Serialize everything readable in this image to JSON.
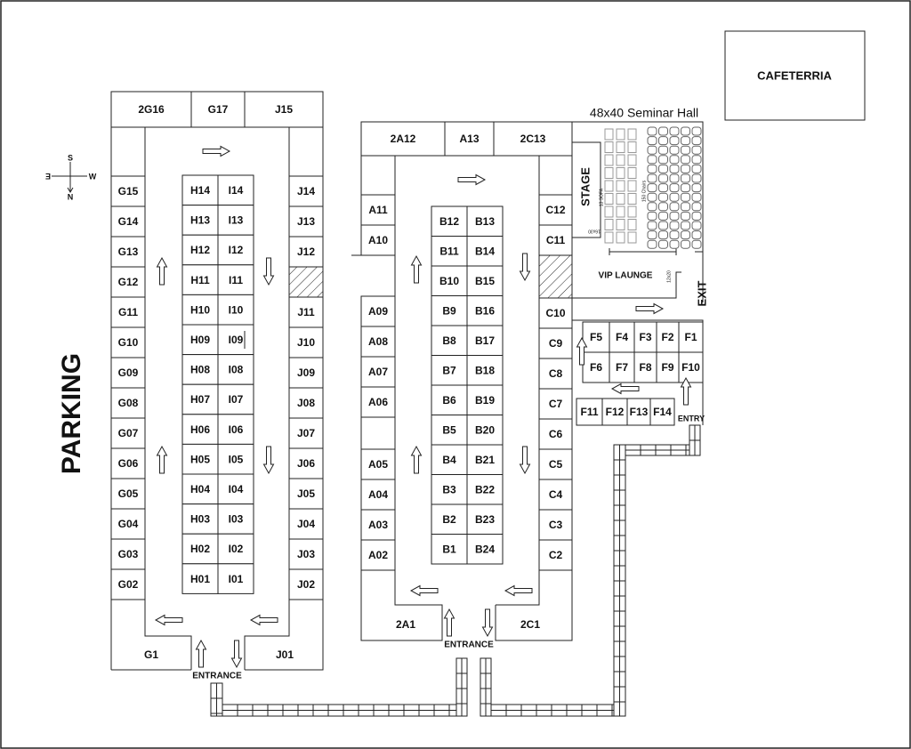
{
  "cafeteria": "CAFETERRIA",
  "parking": "PARKING",
  "compass": {
    "s": "S",
    "w": "W",
    "e": "E",
    "n": "N"
  },
  "entrance_left": "ENTRANCE",
  "entrance_mid": "ENTRANCE",
  "entry": "ENTRY",
  "exit": "EXIT",
  "seminar": {
    "title": "48x40 Seminar Hall",
    "stage": "STAGE",
    "stage_size": "16x30",
    "sofa": "13 SOFA",
    "chairs": "150 Chairs",
    "vip": "VIP LAUNGE",
    "vip_size": "12x20"
  },
  "blocks": {
    "left_top": [
      "2G16",
      "G17",
      "J15"
    ],
    "left_bottom": [
      "G1",
      "J01"
    ],
    "G": [
      "G15",
      "G14",
      "G13",
      "G12",
      "G11",
      "G10",
      "G09",
      "G08",
      "G07",
      "G06",
      "G05",
      "G04",
      "G03",
      "G02"
    ],
    "J": [
      "J14",
      "J13",
      "J12",
      "",
      "J11",
      "J10",
      "J09",
      "J08",
      "J07",
      "J06",
      "J05",
      "J04",
      "J03",
      "J02"
    ],
    "H": [
      "H14",
      "H13",
      "H12",
      "H11",
      "H10",
      "H09",
      "H08",
      "H07",
      "H06",
      "H05",
      "H04",
      "H03",
      "H02",
      "H01"
    ],
    "I": [
      "I14",
      "I13",
      "I12",
      "I11",
      "I10",
      "I09",
      "I08",
      "I07",
      "I06",
      "I05",
      "I04",
      "I03",
      "I02",
      "I01"
    ],
    "mid_top": [
      "2A12",
      "A13",
      "2C13"
    ],
    "mid_bottom": [
      "2A1",
      "2C1"
    ],
    "A_upper": [
      "A11",
      "A10"
    ],
    "A_mid": [
      "A09",
      "A08",
      "A07",
      "A06"
    ],
    "A_lower": [
      "A05",
      "A04",
      "A03",
      "A02"
    ],
    "B_left": [
      "B12",
      "B11",
      "B10",
      "B9",
      "B8",
      "B7",
      "B6",
      "B5",
      "B4",
      "B3",
      "B2",
      "B1"
    ],
    "B_right": [
      "B13",
      "B14",
      "B15",
      "B16",
      "B17",
      "B18",
      "B19",
      "B20",
      "B21",
      "B22",
      "B23",
      "B24"
    ],
    "C": [
      "C12",
      "C11",
      "",
      "C10",
      "C9",
      "C8",
      "C7",
      "C6",
      "C5",
      "C4",
      "C3",
      "C2"
    ],
    "F_row1": [
      "F5",
      "F4",
      "F3",
      "F2",
      "F1"
    ],
    "F_row2": [
      "F6",
      "F7",
      "F8",
      "F9",
      "F10"
    ],
    "F_row3": [
      "F11",
      "F12",
      "F13",
      "F14"
    ]
  }
}
